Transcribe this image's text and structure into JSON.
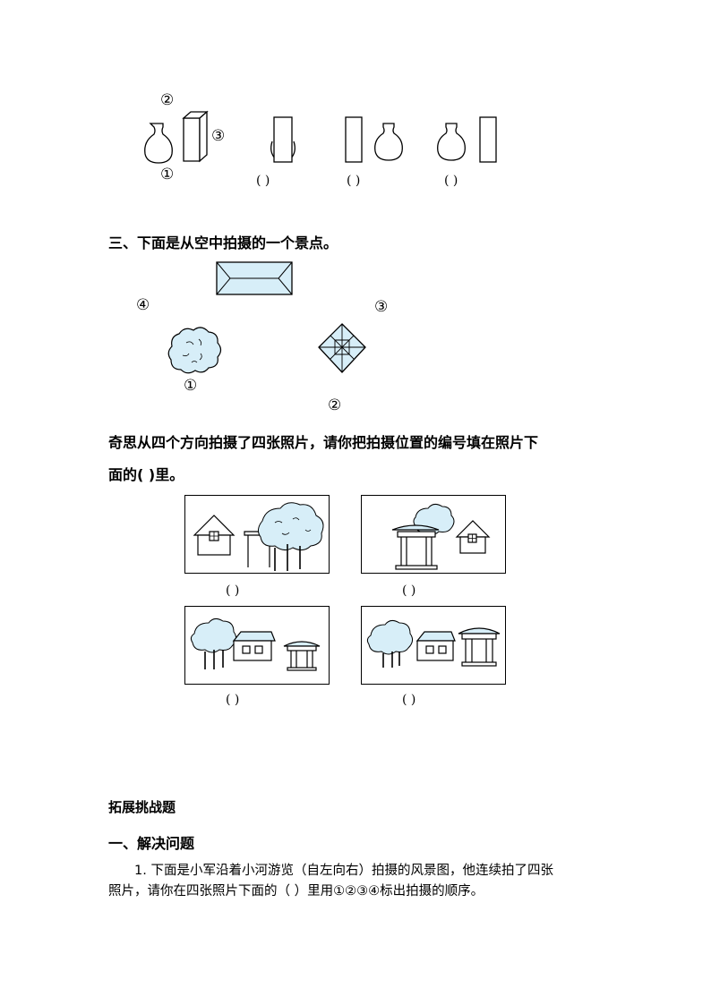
{
  "vase_section": {
    "label_top": "②",
    "label_right": "③",
    "label_bottom": "①",
    "answer_blanks": [
      "(        )",
      "(        )",
      "(        )"
    ]
  },
  "section3": {
    "heading": "三、下面是从空中拍摄的一个景点。",
    "map_labels": {
      "pos4": "④",
      "pos3": "③",
      "pos1": "①",
      "pos2": "②"
    },
    "instruction_line1": "奇思从四个方向拍摄了四张照片，请你把拍摄位置的编号填在照片下",
    "instruction_line2": "面的(        )里。",
    "photo_blanks": [
      "(          )",
      "(          )",
      "(          )",
      "(          )"
    ]
  },
  "extension": {
    "title": "拓展挑战题",
    "subheading": "一、解决问题",
    "problem_line1": "1. 下面是小军沿着小河游览（自左向右）拍摄的风景图，他连续拍了四张",
    "problem_line2": "照片，请你在四张照片下面的（        ）里用①②③④标出拍摄的顺序。"
  },
  "colors": {
    "light_blue": "#d7eef8",
    "ink": "#000000"
  }
}
